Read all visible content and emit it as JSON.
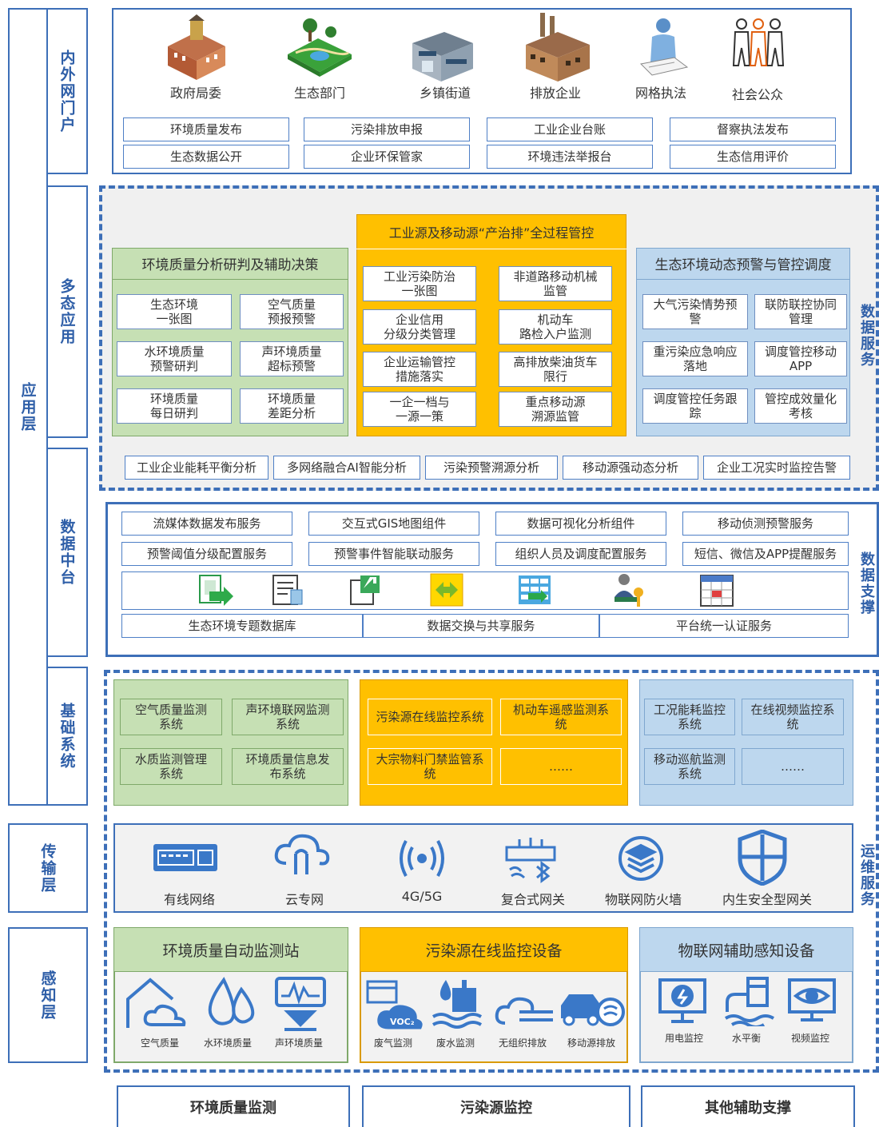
{
  "layers": {
    "app_layer": "应用层",
    "portal": "内外网门户",
    "multi_app": "多态应用",
    "data_platform": "数据中台",
    "base_system": "基础系统",
    "transport": "传输层",
    "sensing": "感知层"
  },
  "side": {
    "data_service": "数据服务",
    "data_support": "数据支撑",
    "ops_service": "运维服务"
  },
  "portal": {
    "users": [
      "政府局委",
      "生态部门",
      "乡镇街道",
      "排放企业",
      "网格执法",
      "社会公众"
    ],
    "row1": [
      "环境质量发布",
      "污染排放申报",
      "工业企业台账",
      "督察执法发布"
    ],
    "row2": [
      "生态数据公开",
      "企业环保管家",
      "环境违法举报台",
      "生态信用评价"
    ]
  },
  "multi": {
    "green_title": "环境质量分析研判及辅助决策",
    "green_items": [
      "生态环境\n一张图",
      "空气质量\n预报预警",
      "水环境质量\n预警研判",
      "声环境质量\n超标预警",
      "环境质量\n每日研判",
      "环境质量\n差距分析"
    ],
    "orange_title": "工业源及移动源“产治排”全过程管控",
    "orange_items": [
      "工业污染防治\n一张图",
      "非道路移动机械\n监管",
      "企业信用\n分级分类管理",
      "机动车\n路检入户监测",
      "企业运输管控\n措施落实",
      "高排放柴油货车\n限行",
      "一企一档与\n一源一策",
      "重点移动源\n溯源监管"
    ],
    "blue_title": "生态环境动态预警与管控调度",
    "blue_items": [
      "大气污染情势预\n警",
      "联防联控协同\n管理",
      "重污染应急响应\n落地",
      "调度管控移动\nAPP",
      "调度管控任务跟\n踪",
      "管控成效量化\n考核"
    ],
    "bottom": [
      "工业企业能耗平衡分析",
      "多网络融合AI智能分析",
      "污染预警溯源分析",
      "移动源强动态分析",
      "企业工况实时监控告警"
    ]
  },
  "platform": {
    "row1": [
      "流媒体数据发布服务",
      "交互式GIS地图组件",
      "数据可视化分析组件",
      "移动侦测预警服务"
    ],
    "row2": [
      "预警阈值分级配置服务",
      "预警事件智能联动服务",
      "组织人员及调度配置服务",
      "短信、微信及APP提醒服务"
    ],
    "icons": [
      "data-import-icon",
      "document-icon",
      "export-icon",
      "sync-icon",
      "database-table-icon",
      "user-key-icon",
      "calendar-icon"
    ],
    "row3": [
      "生态环境专题数据库",
      "数据交换与共享服务",
      "平台统一认证服务"
    ]
  },
  "base": {
    "green": [
      "空气质量监测\n系统",
      "声环境联网监测\n系统",
      "水质监测管理\n系统",
      "环境质量信息发\n布系统"
    ],
    "orange": [
      "污染源在线监控系统",
      "机动车遥感监测系\n统",
      "大宗物料门禁监管系\n统",
      "……"
    ],
    "blue": [
      "工况能耗监控\n系统",
      "在线视频监控系\n统",
      "移动巡航监测\n系统",
      "……"
    ]
  },
  "transport": {
    "items": [
      "有线网络",
      "云专网",
      "4G/5G",
      "复合式网关",
      "物联网防火墙",
      "内生安全型网关"
    ]
  },
  "sensing": {
    "green_title": "环境质量自动监测站",
    "green_items": [
      "空气质量",
      "水环境质量",
      "声环境质量"
    ],
    "orange_title": "污染源在线监控设备",
    "orange_items": [
      "废气监测",
      "废水监测",
      "无组织排放",
      "移动源排放"
    ],
    "voc_label": "VOC₂",
    "blue_title": "物联网辅助感知设备",
    "blue_items": [
      "用电监控",
      "水平衡",
      "视频监控"
    ]
  },
  "footer": [
    "环境质量监测",
    "污染源监控",
    "其他辅助支撑"
  ],
  "colors": {
    "frame": "#3d6fb8",
    "green": "#c6e0b4",
    "orange": "#ffc000",
    "blue": "#bdd7ee"
  }
}
